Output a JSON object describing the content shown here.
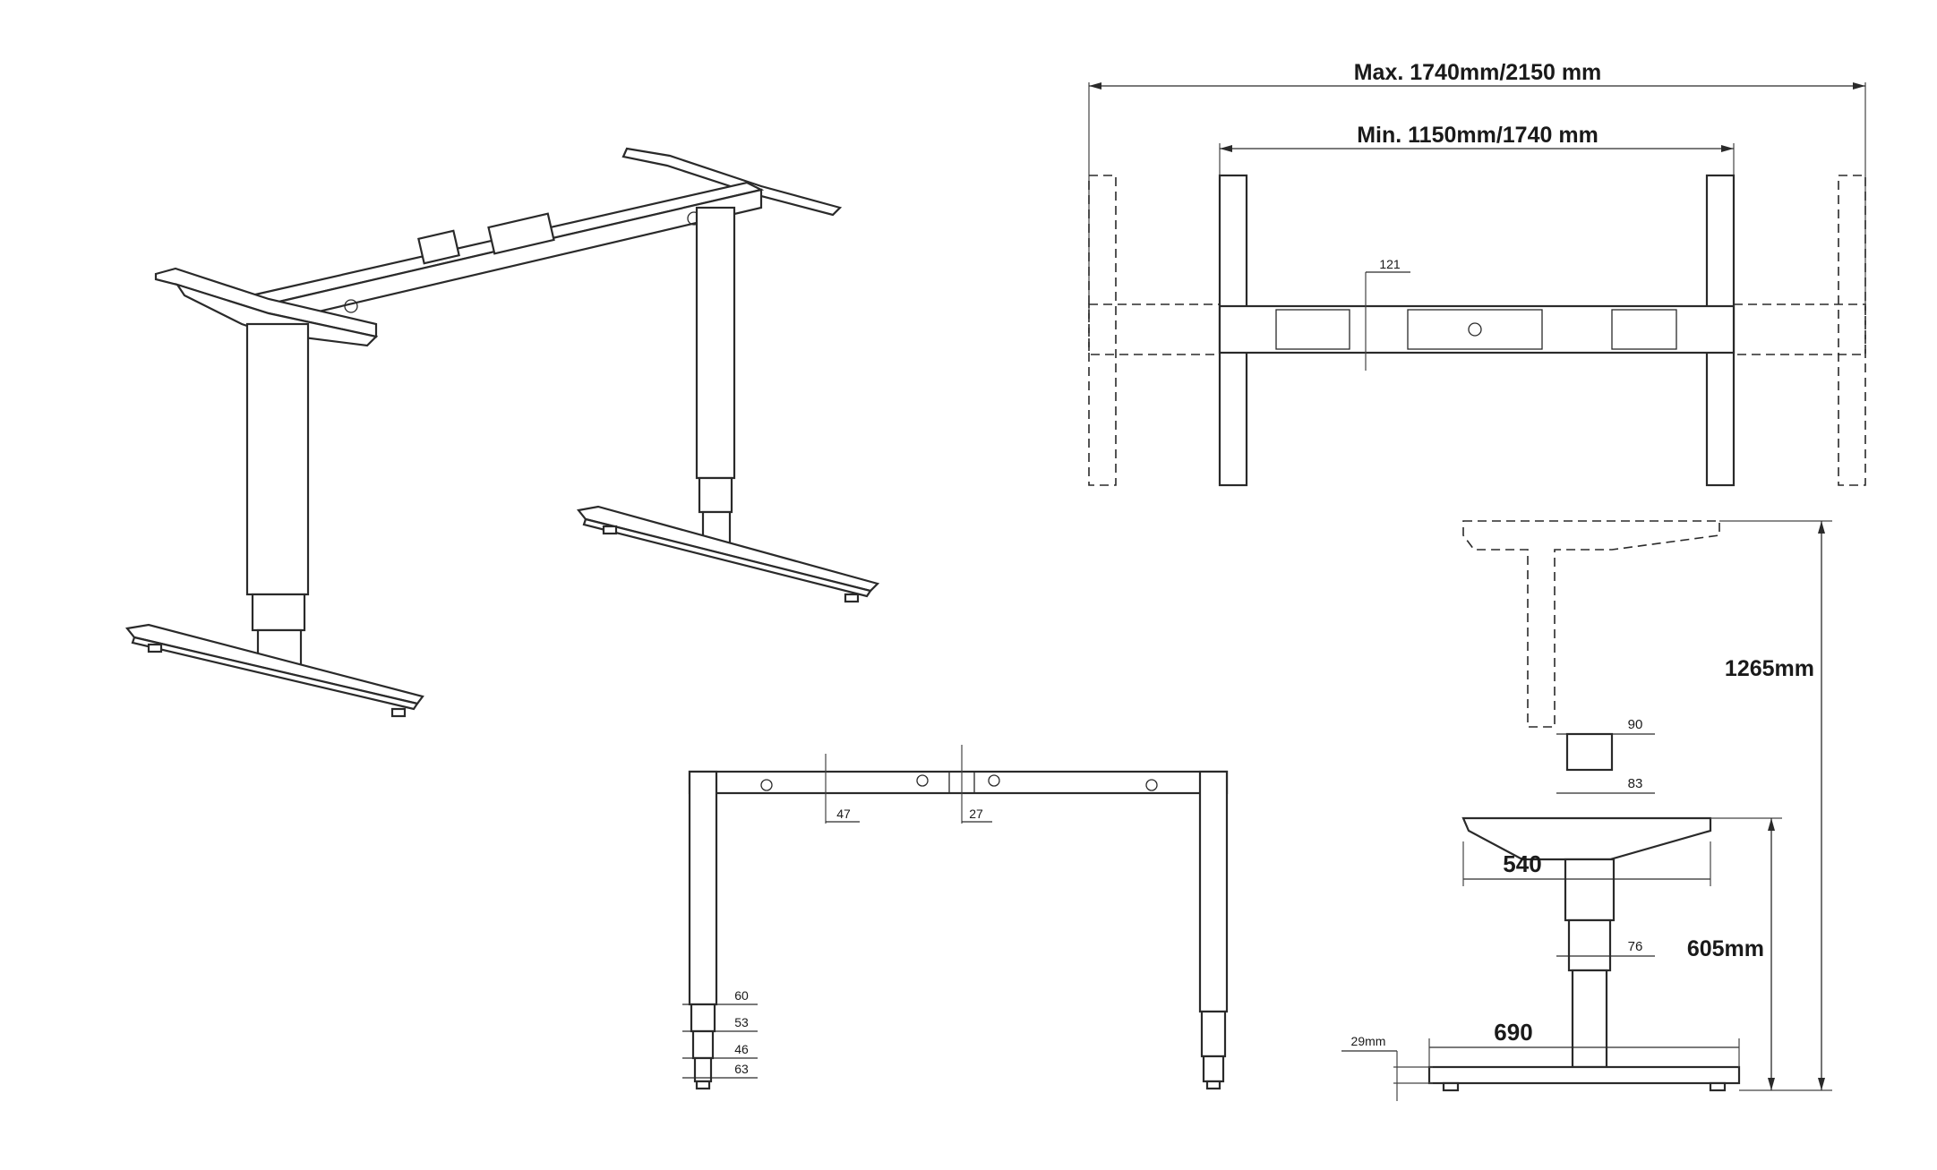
{
  "dimensions": {
    "max_width": "Max. 1740mm/2150 mm",
    "min_width": "Min. 1150mm/1740 mm",
    "beam_center": "121",
    "column_top_section": "90",
    "column_mid_section": "83",
    "column_low_section": "76",
    "foot_length_top": "540",
    "foot_length_base": "690",
    "foot_height": "29mm",
    "max_height": "1265mm",
    "min_height": "605mm",
    "front_beam_left": "47",
    "front_beam_center": "27",
    "leg_section_1": "60",
    "leg_section_2": "53",
    "leg_section_3": "46",
    "leg_section_4": "63"
  }
}
